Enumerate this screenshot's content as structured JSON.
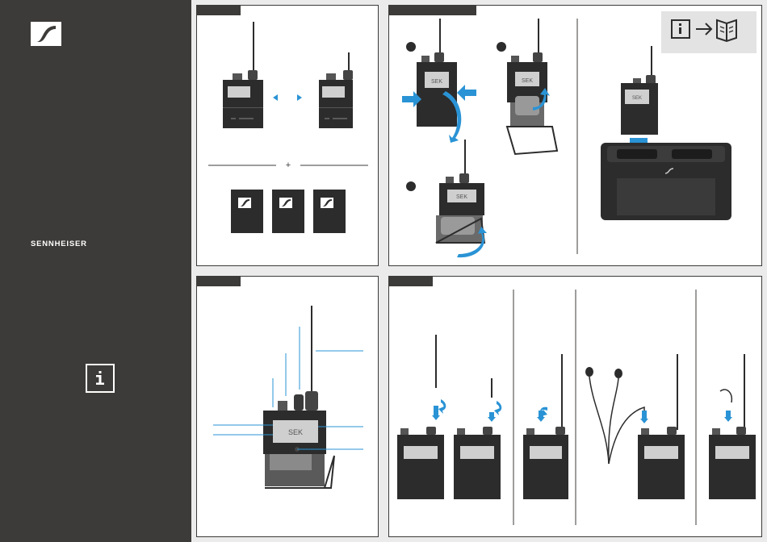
{
  "brand": {
    "name": "SENNHEISER"
  },
  "panels": {
    "p1": {
      "name": "bodypack-pairing"
    },
    "p2": {
      "name": "battery-and-charging"
    },
    "p3": {
      "name": "controls-overview"
    },
    "p4": {
      "name": "antenna-and-earphones"
    }
  },
  "device": {
    "display_text": "SEK",
    "display_text_small": "SEK"
  },
  "labels": {
    "plus": "+"
  },
  "colors": {
    "sidebar": "#3d3b39",
    "accent": "#2a93d5",
    "device": "#2c2c2c",
    "page": "#ebebeb"
  }
}
